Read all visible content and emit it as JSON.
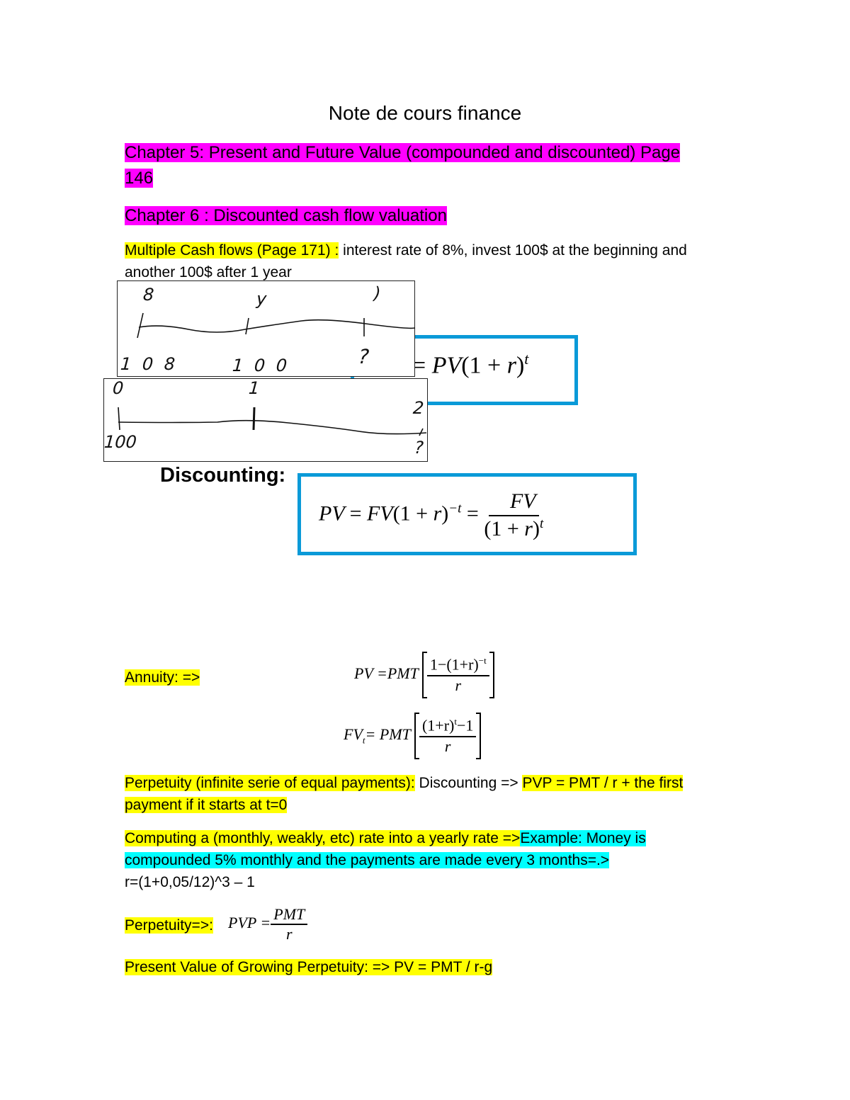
{
  "title": "Note de cours finance",
  "chapter5": {
    "line1": "Chapter 5: Present and Future Value (compounded and discounted) Page",
    "line2": "146"
  },
  "chapter6": "Chapter 6 : Discounted cash flow valuation",
  "multiple_cash_flows": {
    "label": "Multiple Cash flows (Page 171) :",
    "text1": " interest rate of 8%, invest 100$ at the beginning and",
    "text2": "another 100$ after 1 year"
  },
  "sketch1": {
    "top": [
      "8",
      "y",
      ")"
    ],
    "bottom": [
      "1 0 8",
      "1 0 0",
      "?"
    ]
  },
  "sketch2": {
    "top": [
      "0",
      "1",
      "2"
    ],
    "bottom": [
      "100",
      "?"
    ]
  },
  "compounding_formula": {
    "lhs": "=",
    "pv": "PV",
    "open": "(1 + ",
    "r": "r",
    "close": ")",
    "exp": "t"
  },
  "discounting": {
    "label": "Discounting:",
    "pv": "PV",
    "eq": "=",
    "fv": "FV",
    "paren": "(1 + ",
    "r": "r",
    "close": ")",
    "exp": "−t",
    "eq2": "=",
    "num": "FV",
    "den": "(1 + ",
    "den_r": "r",
    "den_close": ")",
    "den_exp": "t"
  },
  "annuity": {
    "label": "Annuity: =>",
    "pv_formula": {
      "lhs": "PV =PMT",
      "num": "1−(1+r)",
      "num_exp": "−t",
      "den": "r"
    },
    "fv_formula": {
      "lhs": "FV",
      "sub": "t",
      "eq": "=  PMT",
      "num": "(1+r)",
      "num_exp": "t",
      "num_tail": "−1",
      "den": "r"
    }
  },
  "perpetuity": {
    "label": "Perpetuity (infinite serie of equal payments):",
    "text": " Discounting => ",
    "formula_part1": "PVP = PMT / r + the first",
    "formula_part2": "payment if it starts at t=0"
  },
  "computing_rate": {
    "label": "Computing a (monthly, weakly, etc) rate into a yearly rate =>",
    "example1": "Example: Money is",
    "example2": "compounded 5% monthly and the payments are made every 3 months=.>",
    "formula": "r=(1+0,05/12)^3 – 1"
  },
  "perpetuity2": {
    "label": "Perpetuity=>:",
    "lhs": "PVP =",
    "num": "PMT",
    "den": "r"
  },
  "growing_perpetuity": "Present Value of Growing Perpetuity: => PV = PMT / r-g",
  "colors": {
    "highlight_magenta": "#ff00ff",
    "highlight_yellow": "#ffff00",
    "highlight_cyan": "#00ffff",
    "box_blue": "#0a9ad8"
  }
}
